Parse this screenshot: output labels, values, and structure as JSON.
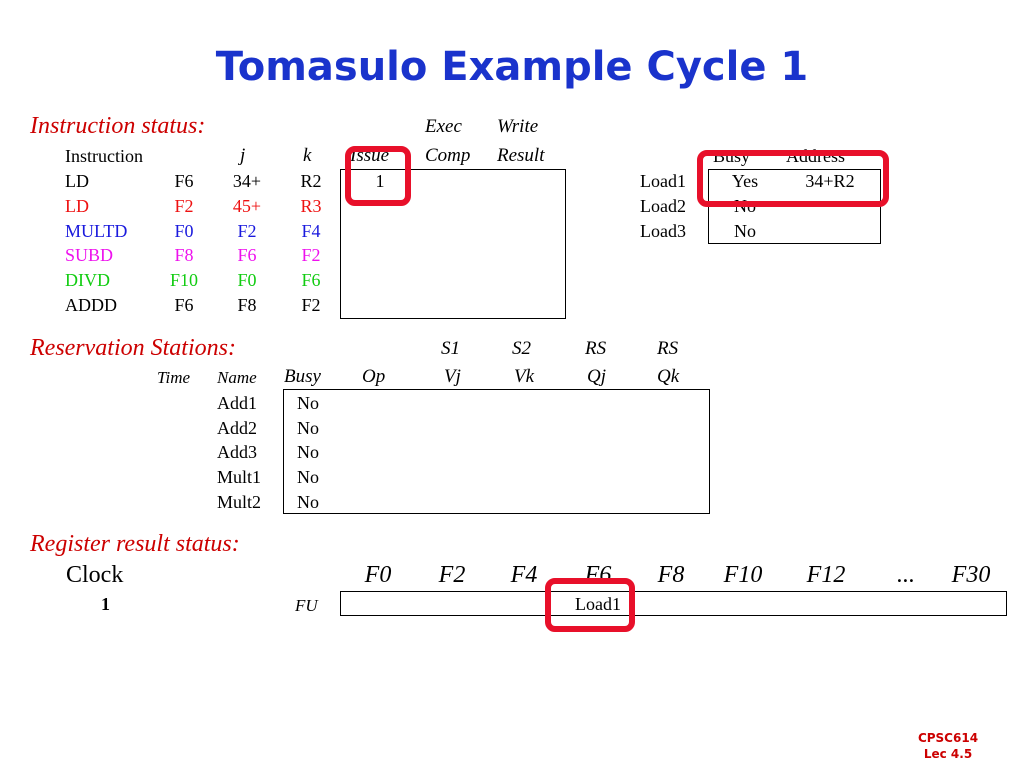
{
  "title": "Tomasulo Example Cycle 1",
  "instruction_status": {
    "section_label": "Instruction status:",
    "header_exec": "Exec",
    "header_write": "Write",
    "col_instruction": "Instruction",
    "col_j": "j",
    "col_k": "k",
    "col_issue": "Issue",
    "col_comp": "Comp",
    "col_result": "Result",
    "rows": [
      {
        "op": "LD",
        "dest": "F6",
        "j": "34+",
        "k": "R2",
        "issue": "1",
        "color": "#000000"
      },
      {
        "op": "LD",
        "dest": "F2",
        "j": "45+",
        "k": "R3",
        "issue": "",
        "color": "#ee1111"
      },
      {
        "op": "MULTD",
        "dest": "F0",
        "j": "F2",
        "k": "F4",
        "issue": "",
        "color": "#1a1add"
      },
      {
        "op": "SUBD",
        "dest": "F8",
        "j": "F6",
        "k": "F2",
        "issue": "",
        "color": "#ee11ee"
      },
      {
        "op": "DIVD",
        "dest": "F10",
        "j": "F0",
        "k": "F6",
        "issue": "",
        "color": "#11cc11"
      },
      {
        "op": "ADDD",
        "dest": "F6",
        "j": "F8",
        "k": "F2",
        "issue": "",
        "color": "#000000"
      }
    ]
  },
  "load_buffers": {
    "col_busy": "Busy",
    "col_address": "Address",
    "rows": [
      {
        "name": "Load1",
        "busy": "Yes",
        "address": "34+R2"
      },
      {
        "name": "Load2",
        "busy": "No",
        "address": ""
      },
      {
        "name": "Load3",
        "busy": "No",
        "address": ""
      }
    ]
  },
  "reservation_stations": {
    "section_label": "Reservation Stations:",
    "header_s1": "S1",
    "header_s2": "S2",
    "header_rs1": "RS",
    "header_rs2": "RS",
    "col_time": "Time",
    "col_name": "Name",
    "col_busy": "Busy",
    "col_op": "Op",
    "col_vj": "Vj",
    "col_vk": "Vk",
    "col_qj": "Qj",
    "col_qk": "Qk",
    "rows": [
      {
        "name": "Add1",
        "busy": "No"
      },
      {
        "name": "Add2",
        "busy": "No"
      },
      {
        "name": "Add3",
        "busy": "No"
      },
      {
        "name": "Mult1",
        "busy": "No"
      },
      {
        "name": "Mult2",
        "busy": "No"
      }
    ]
  },
  "register_result": {
    "section_label": "Register result status:",
    "clock_label": "Clock",
    "clock_value": "1",
    "fu_label": "FU",
    "registers": [
      "F0",
      "F2",
      "F4",
      "F6",
      "F8",
      "F10",
      "F12",
      "...",
      "F30"
    ],
    "values": [
      "",
      "",
      "",
      "Load1",
      "",
      "",
      "",
      "",
      ""
    ]
  },
  "footer": {
    "line1": "CPSC614",
    "line2": "Lec 4.5"
  },
  "colors": {
    "title": "#1a33cc",
    "section": "#cc0000",
    "highlight": "#e8102a"
  }
}
